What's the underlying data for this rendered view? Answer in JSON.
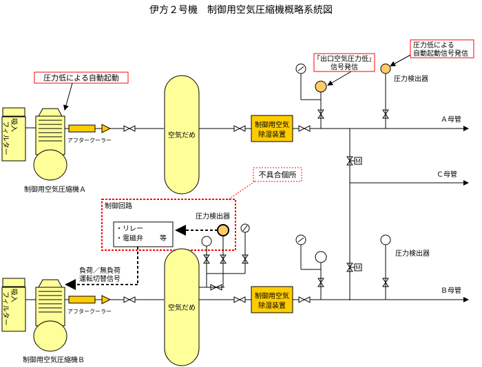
{
  "title": "伊方２号機　制御用空気圧縮機概略系統図",
  "compressor_a": {
    "name": "制御用空気圧縮機Ａ",
    "filter_line1": "吸入",
    "filter_line2": "フィルター",
    "aftercooler": "アフタークーラー",
    "callout": "圧力低による自動起動"
  },
  "compressor_b": {
    "name": "制御用空気圧縮機Ｂ",
    "filter_line1": "吸入",
    "filter_line2": "フィルター",
    "aftercooler": "アフタークーラー"
  },
  "tank_a": "空気だめ",
  "tank_b": "空気だめ",
  "dryer_a": {
    "line1": "制御用空気",
    "line2": "除湿装置"
  },
  "dryer_b": {
    "line1": "制御用空気",
    "line2": "除湿装置"
  },
  "callout_outlet": {
    "line1": "「出口空気圧力低」",
    "line2": "信号発信"
  },
  "callout_pressure_low": {
    "line1": "圧力低による",
    "line2": "自動起動信号発信"
  },
  "pressure_detector_top": "圧力検出器",
  "pressure_detector_bottom": "圧力検出器",
  "header_a": "Ａ母管",
  "header_b": "Ｂ母管",
  "header_c": "Ｃ母管",
  "valve_m": "Ｍ",
  "defect_label": "不具合個所",
  "control_circuit": {
    "title": "制御回路",
    "relay": "・リレー",
    "solenoid": "・電磁弁",
    "etc": "等",
    "detector": "圧力検出器"
  },
  "load_signal": {
    "line1": "負荷／無負荷",
    "line2": "運転切替信号"
  },
  "colors": {
    "component_fill": "#ffff99",
    "dryer_fill": "#ffcc00",
    "detector_fill": "#ffcc66",
    "defect_red": "#ff0000",
    "aftercooler_fill": "#ffcc00"
  }
}
